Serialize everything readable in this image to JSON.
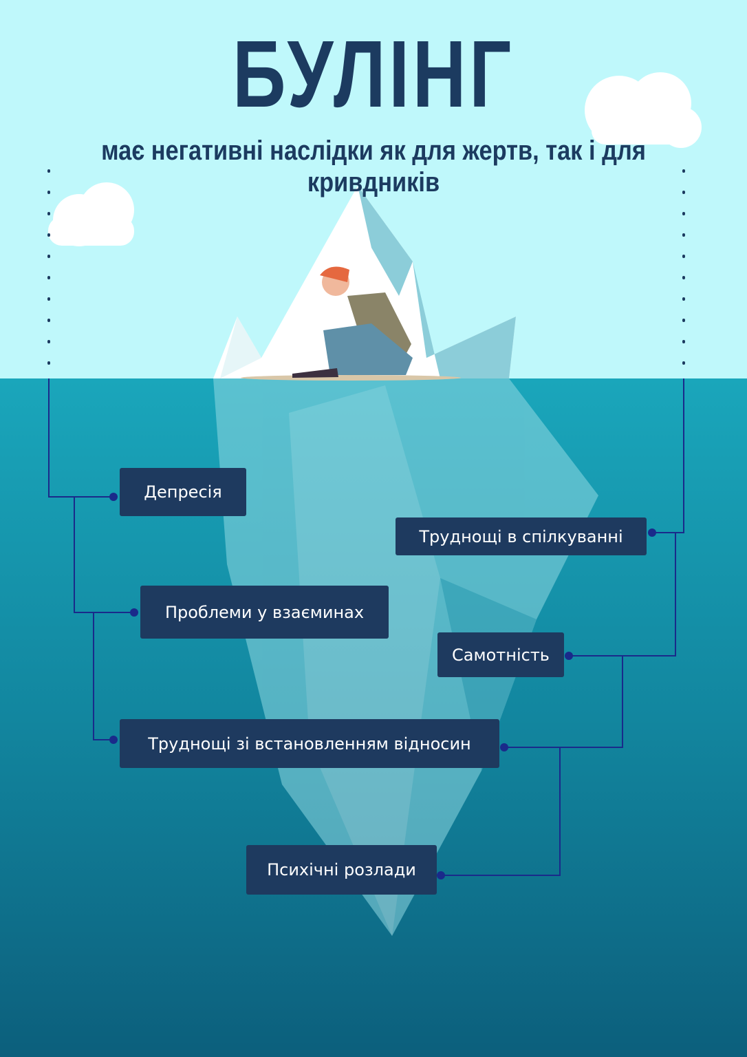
{
  "title": "БУЛІНГ",
  "subtitle": "має негативні наслідки як для жертв, так і для кривдників",
  "consequences": {
    "depression": "Депресія",
    "communication": "Труднощі в спілкуванні",
    "relationship_problems": "Проблеми у взаєминах",
    "loneliness": "Самотність",
    "building_relations": "Труднощі зі встановленням відносин",
    "mental_disorders": "Психічні розлади"
  },
  "colors": {
    "sky": "#bff8fb",
    "sea": "#178fa8",
    "box": "#1e3a5f",
    "line": "#1a2a8a"
  }
}
